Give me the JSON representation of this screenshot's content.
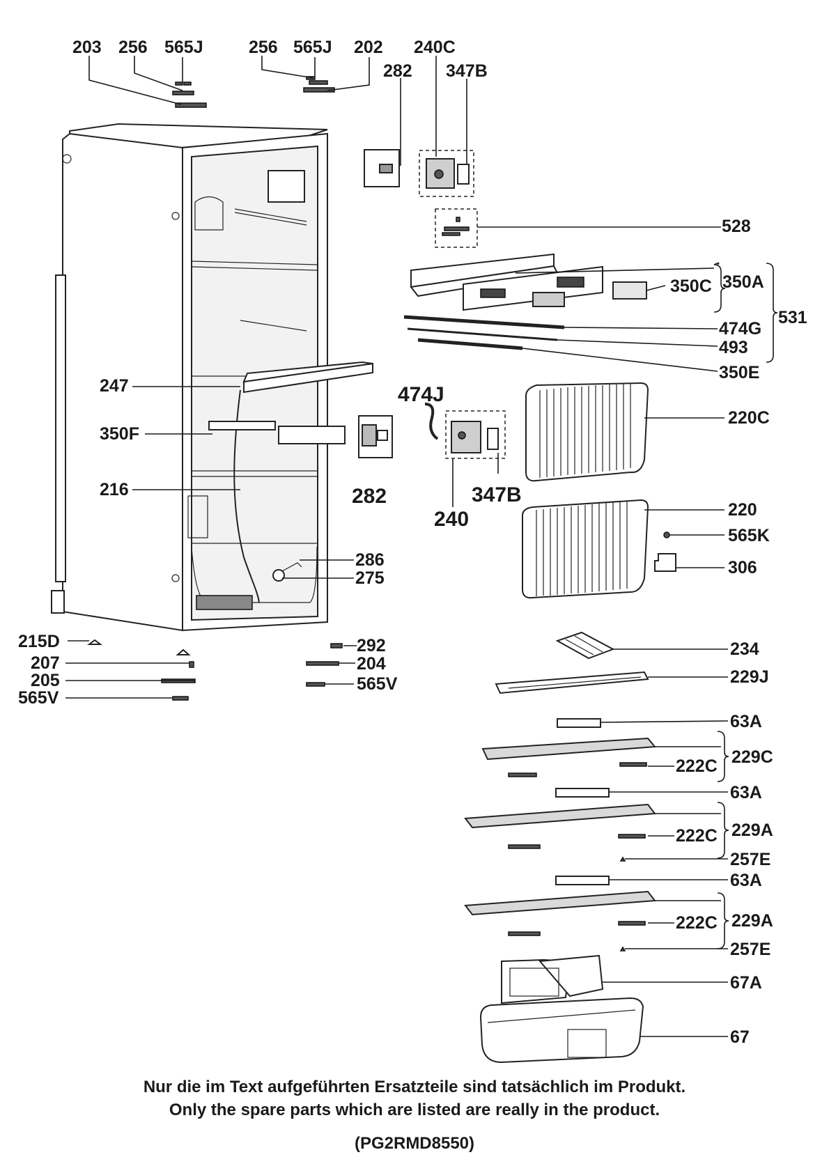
{
  "labels": {
    "l203": "203",
    "l256a": "256",
    "l565Ja": "565J",
    "l256b": "256",
    "l565Jb": "565J",
    "l202": "202",
    "l240C": "240C",
    "l282a": "282",
    "l347Ba": "347B",
    "l528": "528",
    "l350C": "350C",
    "l350A": "350A",
    "l531": "531",
    "l474G": "474G",
    "l493": "493",
    "l350E": "350E",
    "l474J": "474J",
    "l220C": "220C",
    "l247": "247",
    "l350F": "350F",
    "l282b": "282",
    "l347Bb": "347B",
    "l240": "240",
    "l216": "216",
    "l220": "220",
    "l565K": "565K",
    "l306": "306",
    "l286": "286",
    "l275": "275",
    "l215D": "215D",
    "l292": "292",
    "l207": "207",
    "l204": "204",
    "l205": "205",
    "l565Va": "565V",
    "l565Vb": "565V",
    "l234": "234",
    "l229J": "229J",
    "l63Aa": "63A",
    "l229C": "229C",
    "l222Ca": "222C",
    "l63Ab": "63A",
    "l229Aa": "229A",
    "l222Cb": "222C",
    "l257Ea": "257E",
    "l63Ac": "63A",
    "l229Ab": "229A",
    "l222Cc": "222C",
    "l257Eb": "257E",
    "l67A": "67A",
    "l67": "67"
  },
  "footer": {
    "note_de": "Nur die im Text aufgeführten Ersatzteile sind tatsächlich im Produkt.",
    "note_en": "Only the spare parts which are listed are really in the product.",
    "model_code": "(PG2RMD8550)"
  }
}
